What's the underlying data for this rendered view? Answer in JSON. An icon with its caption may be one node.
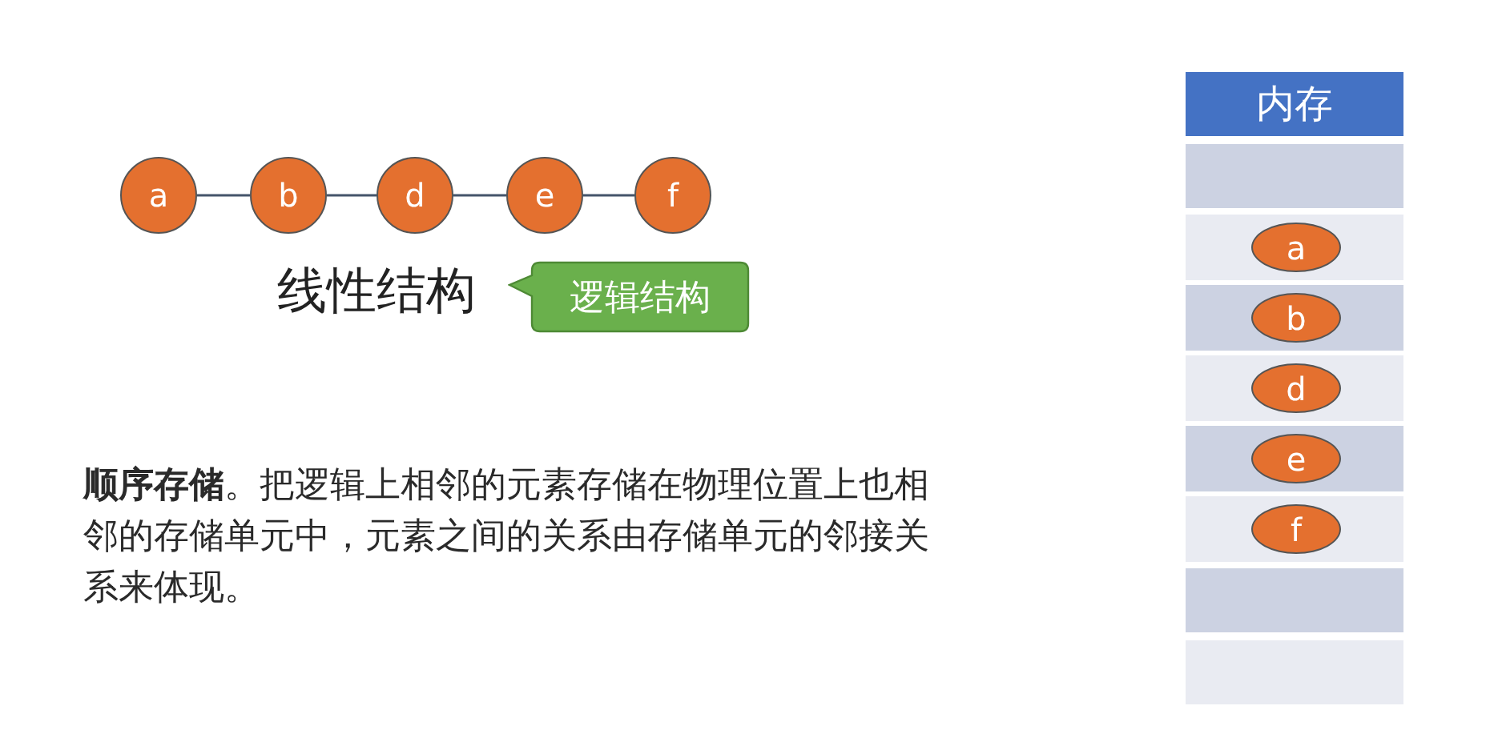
{
  "diagram": {
    "nodes": [
      {
        "text": [
          "a"
        ]
      },
      {
        "text": [
          "b"
        ]
      },
      {
        "text": [
          "d"
        ]
      },
      {
        "text": [
          "e"
        ]
      },
      {
        "text": [
          "f"
        ]
      },
      {
        "text": [
          "逻辑结构"
        ]
      },
      {
        "text": [
          "内存"
        ]
      },
      {
        "text": [],
        "shape": "box"
      },
      {
        "text": [],
        "shape": "box"
      },
      {
        "text": [],
        "shape": "box"
      },
      {
        "text": [],
        "shape": "box"
      },
      {
        "text": [],
        "shape": "box"
      },
      {
        "text": [],
        "shape": "box"
      },
      {
        "text": [],
        "shape": "box"
      },
      {
        "text": [],
        "shape": "box"
      },
      {
        "text": [
          "a"
        ],
        "in": 8
      },
      {
        "text": [
          "b"
        ],
        "in": 9
      },
      {
        "text": [
          "d"
        ],
        "in": 10
      },
      {
        "text": [
          "e"
        ],
        "in": 11
      },
      {
        "text": [
          "f"
        ],
        "in": 12
      }
    ],
    "edges": [
      {
        "from": 0,
        "to": 1,
        "arrow": "none"
      },
      {
        "from": 1,
        "to": 2,
        "arrow": "none"
      },
      {
        "from": 2,
        "to": 3,
        "arrow": "none"
      },
      {
        "from": 3,
        "to": 4,
        "arrow": "none"
      }
    ],
    "labels": [
      "线性结构",
      "**顺序存储**。把逻辑上相邻的元素存储在物理位置上也相邻的存储单元中，元素之间的关系由存储单元的邻接关系来体现。"
    ]
  }
}
